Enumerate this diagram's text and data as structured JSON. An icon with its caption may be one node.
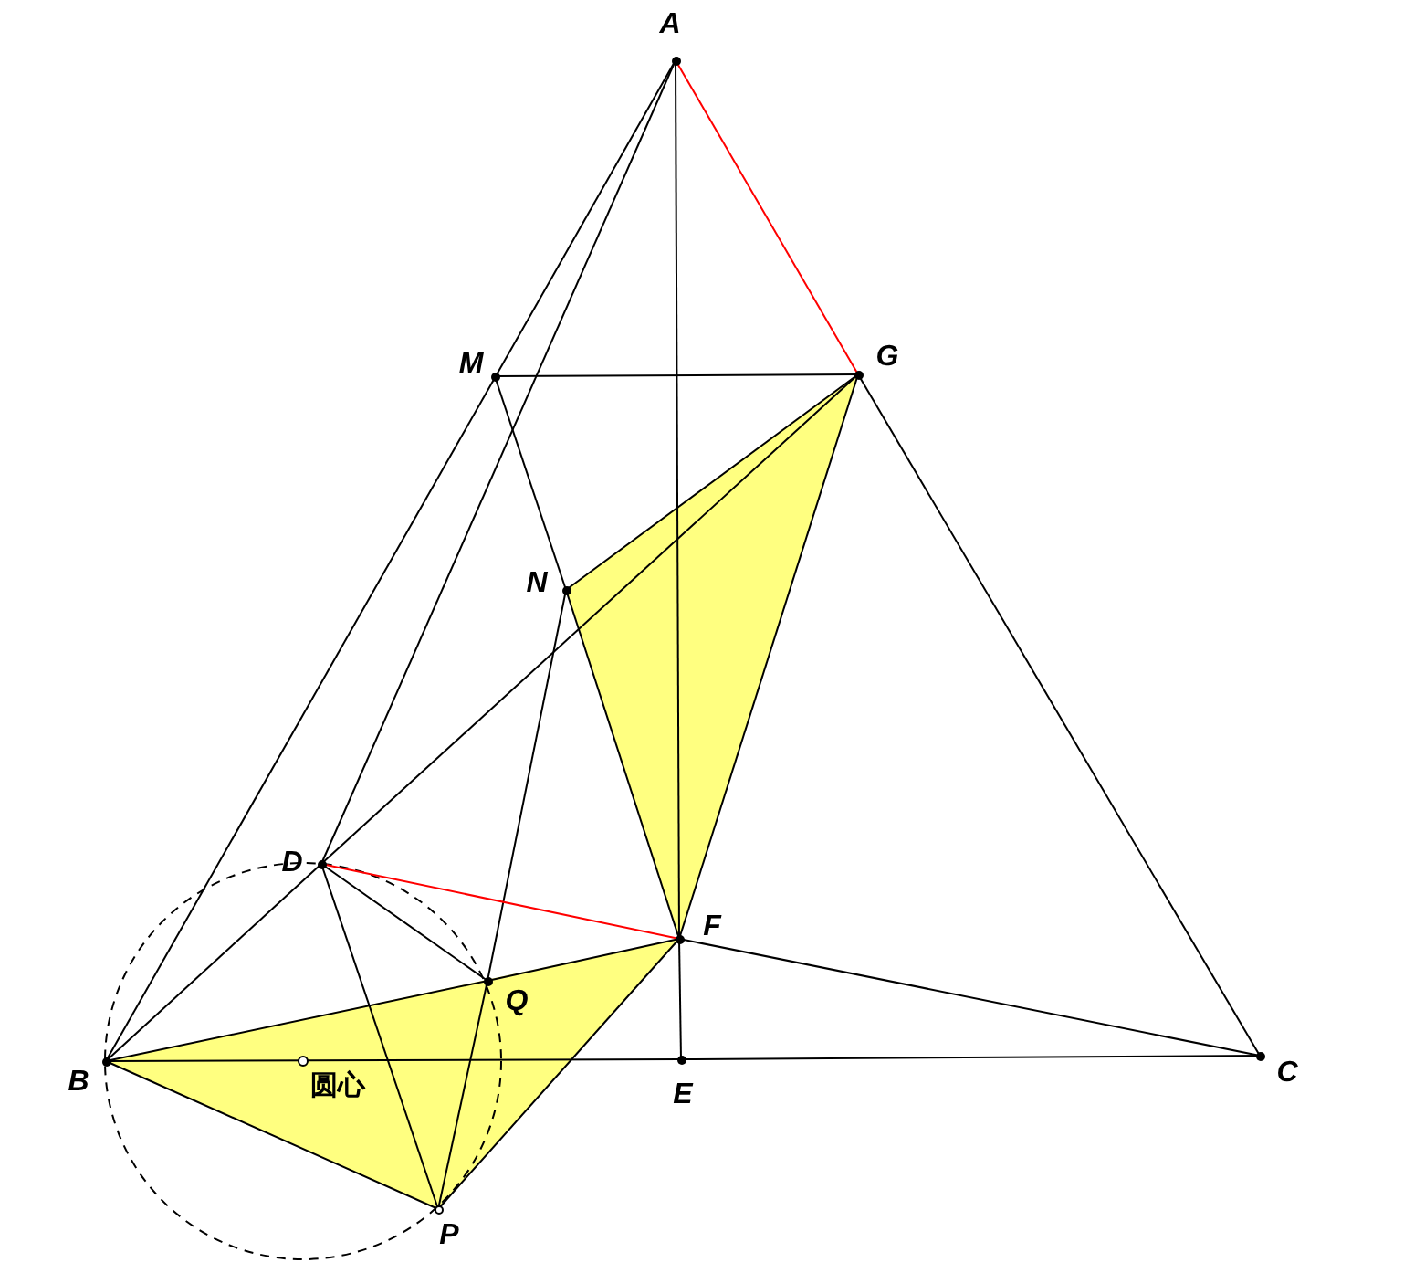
{
  "diagram": {
    "nodes": [
      {
        "text": [
          "A"
        ]
      },
      {
        "text": [
          "M"
        ]
      },
      {
        "text": [
          "G"
        ]
      },
      {
        "text": [
          "N"
        ]
      },
      {
        "text": [
          "D"
        ]
      },
      {
        "text": [
          "F"
        ]
      },
      {
        "text": [
          "Q"
        ]
      },
      {
        "text": [
          "B"
        ]
      },
      {
        "text": [
          "E"
        ]
      },
      {
        "text": [
          "C"
        ]
      },
      {
        "text": [
          "P"
        ]
      }
    ],
    "edges": [
      {
        "from": 0,
        "to": 7,
        "arrow": "none"
      },
      {
        "from": 0,
        "to": 4,
        "arrow": "none"
      },
      {
        "from": 0,
        "to": 5,
        "arrow": "none"
      },
      {
        "from": 5,
        "to": 8,
        "arrow": "none"
      },
      {
        "from": 0,
        "to": 2,
        "arrow": "none",
        "color": "#ff0000"
      },
      {
        "from": 2,
        "to": 9,
        "arrow": "none"
      },
      {
        "from": 7,
        "to": 8,
        "arrow": "none"
      },
      {
        "from": 8,
        "to": 9,
        "arrow": "none"
      },
      {
        "from": 1,
        "to": 2,
        "arrow": "none"
      },
      {
        "from": 1,
        "to": 3,
        "arrow": "none"
      },
      {
        "from": 3,
        "to": 2,
        "arrow": "none"
      },
      {
        "from": 3,
        "to": 5,
        "arrow": "none"
      },
      {
        "from": 2,
        "to": 5,
        "arrow": "none"
      },
      {
        "from": 2,
        "to": 4,
        "arrow": "none"
      },
      {
        "from": 3,
        "to": 6,
        "arrow": "none"
      },
      {
        "from": 6,
        "to": 10,
        "arrow": "none"
      },
      {
        "from": 4,
        "to": 5,
        "arrow": "none",
        "color": "#ff0000"
      },
      {
        "from": 4,
        "to": 6,
        "arrow": "none"
      },
      {
        "from": 4,
        "to": 10,
        "arrow": "none"
      },
      {
        "from": 4,
        "to": 7,
        "arrow": "none"
      },
      {
        "from": 7,
        "to": 6,
        "arrow": "none"
      },
      {
        "from": 6,
        "to": 5,
        "arrow": "none"
      },
      {
        "from": 7,
        "to": 10,
        "arrow": "none"
      },
      {
        "from": 10,
        "to": 5,
        "arrow": "none"
      },
      {
        "from": 5,
        "to": 9,
        "arrow": "none"
      }
    ],
    "labels": [
      "圆心"
    ]
  }
}
